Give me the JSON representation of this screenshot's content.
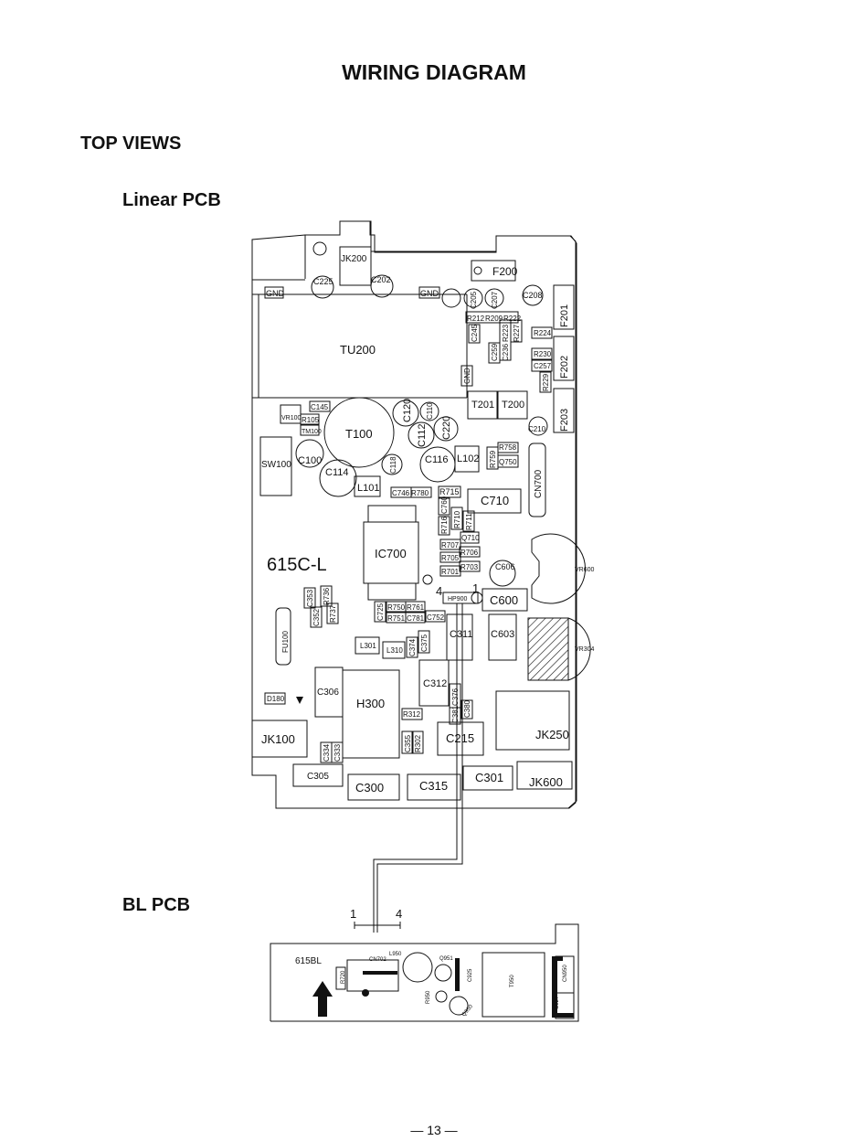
{
  "title": "WIRING DIAGRAM",
  "sections": {
    "top_views": "TOP VIEWS",
    "linear_pcb": "Linear PCB",
    "bl_pcb": "BL PCB"
  },
  "footer": "— 13 —",
  "linear_board": {
    "model": "615C-L",
    "pin4": "4",
    "pin1": "1",
    "components": {
      "jk200": "JK200",
      "f200": "F200",
      "c225": "C225",
      "c202": "C202",
      "gnd1": "GND",
      "gnd2": "GND",
      "gnd3": "GND",
      "c205": "C205",
      "c207": "C207",
      "c208": "C208",
      "f201": "F201",
      "r212": "R212",
      "r209": "R209",
      "r222": "R222",
      "c245": "C245",
      "c259": "C259",
      "c236": "C236",
      "r223": "R223",
      "r227": "R227",
      "r224": "R224",
      "r230": "R230",
      "c257": "C257",
      "r229": "R229",
      "f202": "F202",
      "tu200": "TU200",
      "t201": "T201",
      "t200": "T200",
      "f203": "F203",
      "c210": "C210",
      "vr100": "VR100",
      "c145": "C145",
      "r105": "R105",
      "tm100": "TM100",
      "t100": "T100",
      "c120": "C120",
      "c110": "C110",
      "c112": "C112",
      "c220": "C220",
      "sw100": "SW100",
      "c100": "C100",
      "c114": "C114",
      "c118": "C118",
      "l101": "L101",
      "c116": "C116",
      "l102": "L102",
      "r759": "R759",
      "r758": "R758",
      "q750": "Q750",
      "cn700": "CN700",
      "c746": "C746",
      "r780": "R780",
      "r715": "R715",
      "c710": "C710",
      "c760": "C760",
      "r716": "R716",
      "r710": "R710",
      "r711": "R711",
      "q710": "Q710",
      "r707": "R707",
      "r706": "R706",
      "r705": "R705",
      "r703": "R703",
      "r701": "R701",
      "ic700": "IC700",
      "c606": "C606",
      "vr600": "VR600",
      "hp900": "HP900",
      "c600": "C600",
      "c353": "C353",
      "r736": "R736",
      "c352": "C352",
      "r737": "R737",
      "c725": "C725",
      "r750": "R750",
      "r761": "R761",
      "r751": "R751",
      "c781": "C781",
      "c752": "C752",
      "c311": "C311",
      "c603": "C603",
      "vr304": "VR304",
      "fu100": "FU100",
      "l301": "L301",
      "l310": "L310",
      "c374": "C374",
      "c375": "C375",
      "c306": "C306",
      "c312": "C312",
      "d180": "D180",
      "h300": "H300",
      "r312": "R312",
      "c376": "C376",
      "c381": "C381",
      "c380": "C380",
      "jk250": "JK250",
      "jk100": "JK100",
      "c334": "C334",
      "c333": "C333",
      "c355": "C355",
      "r302": "R302",
      "c215": "C215",
      "c305": "C305",
      "c300": "C300",
      "c315": "C315",
      "c301": "C301",
      "jk600": "JK600"
    }
  },
  "bl_board": {
    "model": "615BL",
    "pin1": "1",
    "pin4": "4",
    "components": {
      "cn702": "CN702",
      "l950": "L950",
      "q951": "Q951",
      "r720": "R720",
      "r950": "R950",
      "c925": "C925",
      "q950": "Q950",
      "t950": "T950",
      "cn950": "CN950",
      "c927": "C927"
    }
  }
}
